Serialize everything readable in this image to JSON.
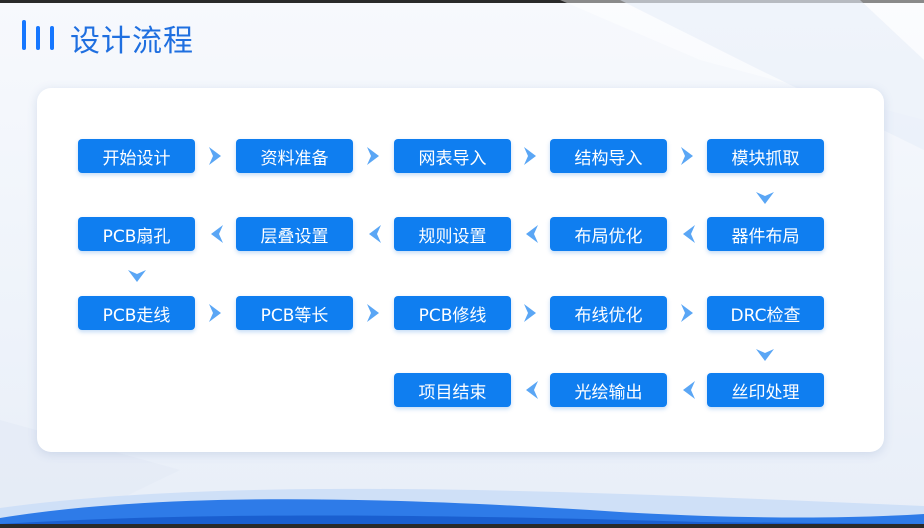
{
  "title": "设计流程",
  "colors": {
    "accent": "#1677ff",
    "step_fill": "#0f7ef0",
    "arrow": "#5aa6f5"
  },
  "icons": {
    "title_mark": "three-bars-icon",
    "arrow": "chevron-arrow-icon"
  },
  "steps": [
    {
      "id": "s1",
      "label": "开始设计"
    },
    {
      "id": "s2",
      "label": "资料准备"
    },
    {
      "id": "s3",
      "label": "网表导入"
    },
    {
      "id": "s4",
      "label": "结构导入"
    },
    {
      "id": "s5",
      "label": "模块抓取"
    },
    {
      "id": "s6",
      "label": "器件布局"
    },
    {
      "id": "s7",
      "label": "布局优化"
    },
    {
      "id": "s8",
      "label": "规则设置"
    },
    {
      "id": "s9",
      "label": "层叠设置"
    },
    {
      "id": "s10",
      "label": "PCB扇孔"
    },
    {
      "id": "s11",
      "label": "PCB走线"
    },
    {
      "id": "s12",
      "label": "PCB等长"
    },
    {
      "id": "s13",
      "label": "PCB修线"
    },
    {
      "id": "s14",
      "label": "布线优化"
    },
    {
      "id": "s15",
      "label": "DRC检查"
    },
    {
      "id": "s16",
      "label": "丝印处理"
    },
    {
      "id": "s17",
      "label": "光绘输出"
    },
    {
      "id": "s18",
      "label": "项目结束"
    }
  ],
  "flow": [
    [
      "s1",
      "s2"
    ],
    [
      "s2",
      "s3"
    ],
    [
      "s3",
      "s4"
    ],
    [
      "s4",
      "s5"
    ],
    [
      "s5",
      "s6"
    ],
    [
      "s6",
      "s7"
    ],
    [
      "s7",
      "s8"
    ],
    [
      "s8",
      "s9"
    ],
    [
      "s9",
      "s10"
    ],
    [
      "s10",
      "s11"
    ],
    [
      "s11",
      "s12"
    ],
    [
      "s12",
      "s13"
    ],
    [
      "s13",
      "s14"
    ],
    [
      "s14",
      "s15"
    ],
    [
      "s15",
      "s16"
    ],
    [
      "s16",
      "s17"
    ],
    [
      "s17",
      "s18"
    ]
  ]
}
